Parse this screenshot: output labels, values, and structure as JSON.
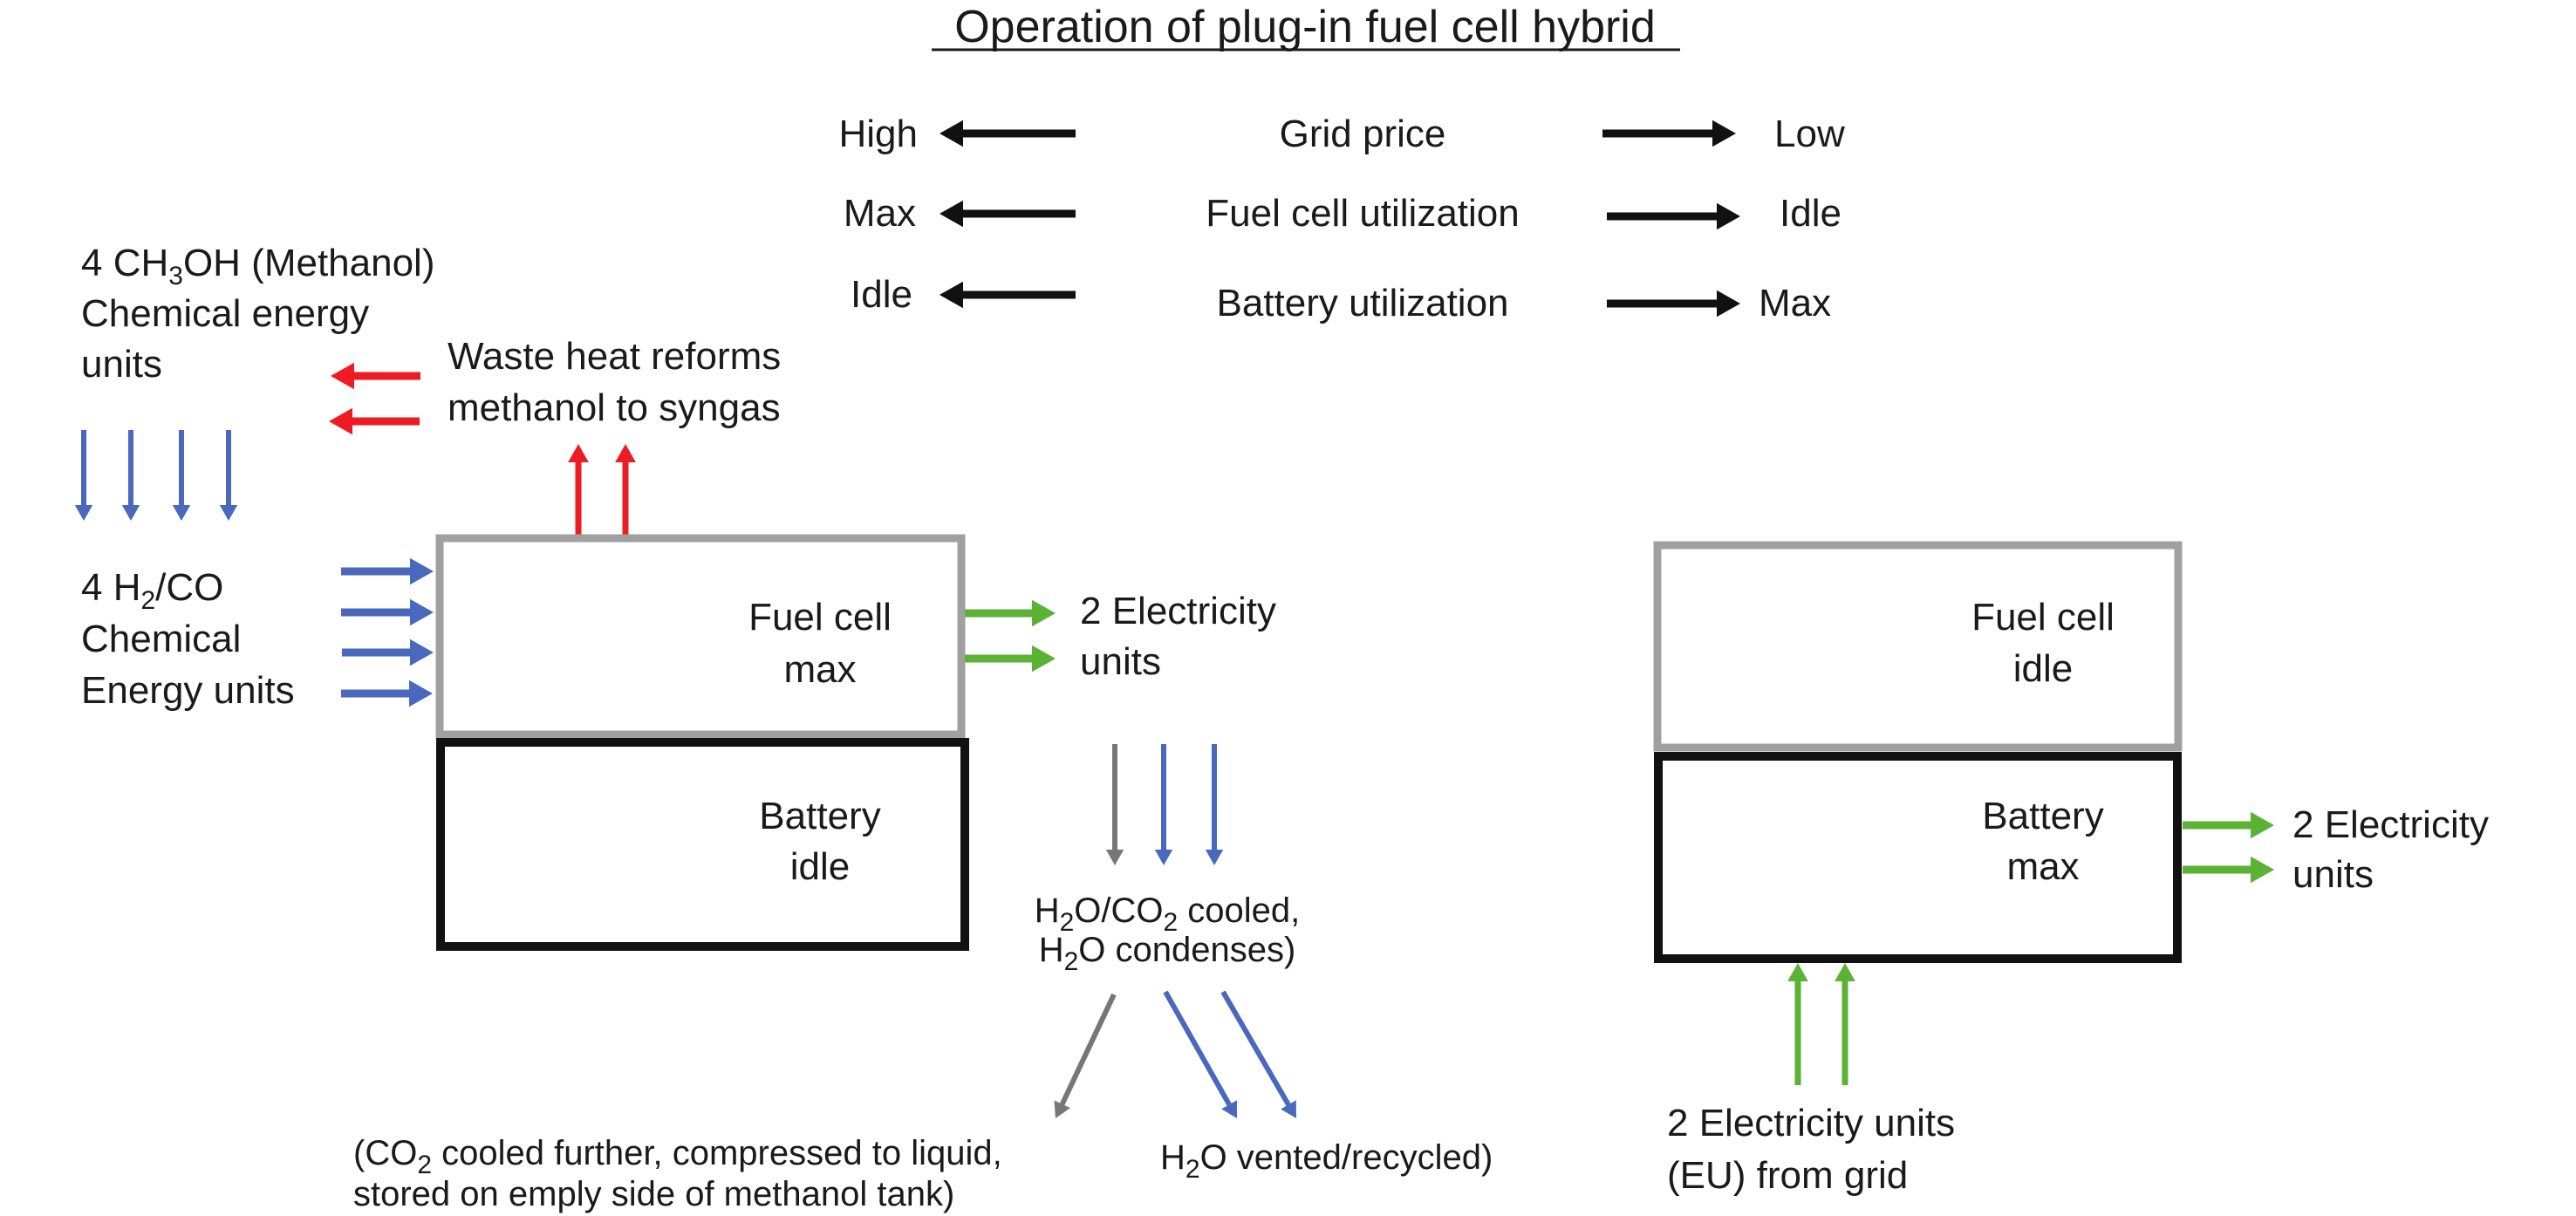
{
  "title": "Operation of plug-in fuel cell hybrid",
  "colors": {
    "black": "#111111",
    "red": "#ED1C24",
    "blue": "#4A68BE",
    "green": "#5BB235",
    "gray_arrow": "#777777",
    "fuel_cell_border": "#A0A0A0",
    "battery_border": "#111111",
    "text": "#1a1a1a"
  },
  "legend": {
    "rows": [
      {
        "left": "High",
        "center": "Grid price",
        "right": "Low"
      },
      {
        "left": "Max",
        "center": "Fuel cell utilization",
        "right": "Idle"
      },
      {
        "left": "Idle",
        "center": "Battery utilization",
        "right": "Max"
      }
    ]
  },
  "left_mode": {
    "methanol_label": {
      "lines": [
        {
          "parts": [
            {
              "t": "4 CH"
            },
            {
              "t": "3",
              "sub": true
            },
            {
              "t": "OH (Methanol)"
            }
          ]
        },
        {
          "parts": [
            {
              "t": "Chemical energy"
            }
          ]
        },
        {
          "parts": [
            {
              "t": "units"
            }
          ]
        }
      ]
    },
    "waste_heat_label": {
      "lines": [
        "Waste heat reforms",
        "methanol to syngas"
      ]
    },
    "syngas_label": {
      "lines": [
        {
          "parts": [
            {
              "t": "4 H"
            },
            {
              "t": "2",
              "sub": true
            },
            {
              "t": "/CO"
            }
          ]
        },
        {
          "parts": [
            {
              "t": "Chemical"
            }
          ]
        },
        {
          "parts": [
            {
              "t": "Energy units"
            }
          ]
        }
      ]
    },
    "fuel_cell": {
      "line1": "Fuel cell",
      "line2": "max"
    },
    "battery": {
      "line1": "Battery",
      "line2": "idle"
    },
    "electricity_out": {
      "line1": "2 Electricity",
      "line2": "units"
    },
    "exhaust_label": {
      "lines": [
        {
          "parts": [
            {
              "t": "H"
            },
            {
              "t": "2",
              "sub": true
            },
            {
              "t": "O/CO"
            },
            {
              "t": "2",
              "sub": true
            },
            {
              "t": " cooled,"
            }
          ]
        },
        {
          "parts": [
            {
              "t": "H"
            },
            {
              "t": "2",
              "sub": true
            },
            {
              "t": "O condenses)"
            }
          ]
        }
      ]
    },
    "co2_label": {
      "lines": [
        {
          "parts": [
            {
              "t": "(CO"
            },
            {
              "t": "2",
              "sub": true
            },
            {
              "t": " cooled further, compressed to liquid,"
            }
          ]
        },
        {
          "parts": [
            {
              "t": "stored on emply side of methanol tank)"
            }
          ]
        }
      ]
    },
    "h2o_label": {
      "lines": [
        {
          "parts": [
            {
              "t": "H"
            },
            {
              "t": "2",
              "sub": true
            },
            {
              "t": "O vented/recycled)"
            }
          ]
        }
      ]
    },
    "arrow_counts": {
      "methanol_in": 4,
      "waste_heat": 2,
      "heat_up": 2,
      "syngas_in": 4,
      "electricity_out": 2,
      "exhaust_down": 3
    }
  },
  "right_mode": {
    "fuel_cell": {
      "line1": "Fuel cell",
      "line2": "idle"
    },
    "battery": {
      "line1": "Battery",
      "line2": "max"
    },
    "electricity_out": {
      "line1": "2 Electricity",
      "line2": "units"
    },
    "grid_in": {
      "line1": "2 Electricity units",
      "line2": "(EU) from grid"
    },
    "arrow_counts": {
      "electricity_out": 2,
      "grid_in": 2
    }
  }
}
